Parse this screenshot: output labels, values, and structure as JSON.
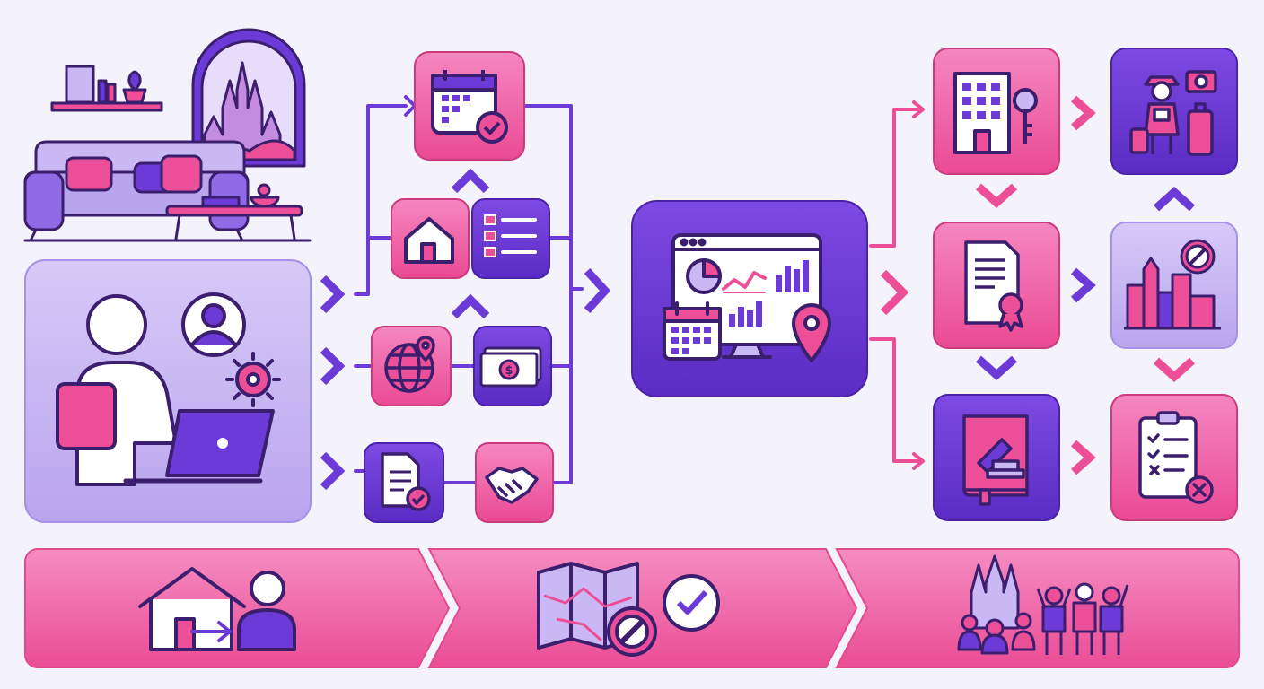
{
  "palette": {
    "background": "#f4f3fb",
    "panel": "#eeeaf8",
    "purple": "#6c3ad6",
    "purple_dark": "#3b1f6e",
    "pink": "#ec4f98",
    "pink_light": "#f47fb9",
    "lavender": "#c9b8f3",
    "white": "#ffffff"
  },
  "diagram": {
    "nodes": [
      {
        "id": "living-room",
        "icon": "living-room-illustration",
        "shape": "illustration"
      },
      {
        "id": "host",
        "icon": "host-with-tablet-laptop-icon",
        "shape": "rounded-box",
        "fill": "lavender"
      },
      {
        "id": "calendar-approval",
        "icon": "calendar-check-icon",
        "shape": "rounded-box",
        "fill": "pink"
      },
      {
        "id": "home-listing",
        "icon": "house-icon",
        "shape": "rounded-box",
        "fill": "pink"
      },
      {
        "id": "checklist",
        "icon": "checklist-icon",
        "shape": "rounded-box",
        "fill": "purple"
      },
      {
        "id": "location",
        "icon": "globe-pin-icon",
        "shape": "rounded-box",
        "fill": "pink"
      },
      {
        "id": "payment",
        "icon": "money-icon",
        "shape": "rounded-box",
        "fill": "purple"
      },
      {
        "id": "contract",
        "icon": "document-check-icon",
        "shape": "rounded-box",
        "fill": "purple"
      },
      {
        "id": "agreement",
        "icon": "handshake-icon",
        "shape": "rounded-box",
        "fill": "pink"
      },
      {
        "id": "dashboard",
        "icon": "analytics-dashboard-icon",
        "shape": "rounded-box",
        "fill": "purple"
      },
      {
        "id": "hotel",
        "icon": "building-key-icon",
        "shape": "rounded-box",
        "fill": "pink"
      },
      {
        "id": "tourist",
        "icon": "tourist-luggage-icon",
        "shape": "rounded-box",
        "fill": "purple"
      },
      {
        "id": "license",
        "icon": "certificate-icon",
        "shape": "rounded-box",
        "fill": "pink"
      },
      {
        "id": "restricted-city",
        "icon": "city-prohibited-icon",
        "shape": "rounded-box",
        "fill": "lavender"
      },
      {
        "id": "regulation",
        "icon": "law-book-gavel-icon",
        "shape": "rounded-box",
        "fill": "purple"
      },
      {
        "id": "rejected-checklist",
        "icon": "clipboard-x-icon",
        "shape": "rounded-box",
        "fill": "pink"
      },
      {
        "id": "outcome-1",
        "icon": "house-to-person-icon",
        "shape": "banner-segment"
      },
      {
        "id": "outcome-2",
        "icon": "map-prohibited-check-icon",
        "shape": "banner-segment"
      },
      {
        "id": "outcome-3",
        "icon": "community-sagrada-familia-icon",
        "shape": "banner-segment"
      }
    ],
    "connectors": [
      {
        "from": "host",
        "to": "calendar-approval"
      },
      {
        "from": "host",
        "to": "location"
      },
      {
        "from": "host",
        "to": "contract"
      },
      {
        "from": "checklist",
        "to": "calendar-approval"
      },
      {
        "from": "payment",
        "to": "home-listing"
      },
      {
        "from": "calendar-approval",
        "to": "dashboard"
      },
      {
        "from": "agreement",
        "to": "dashboard"
      },
      {
        "from": "dashboard",
        "to": "hotel"
      },
      {
        "from": "dashboard",
        "to": "license"
      },
      {
        "from": "dashboard",
        "to": "regulation"
      },
      {
        "from": "hotel",
        "to": "tourist"
      },
      {
        "from": "hotel",
        "to": "license"
      },
      {
        "from": "license",
        "to": "restricted-city"
      },
      {
        "from": "license",
        "to": "regulation"
      },
      {
        "from": "restricted-city",
        "to": "tourist"
      },
      {
        "from": "restricted-city",
        "to": "rejected-checklist"
      },
      {
        "from": "regulation",
        "to": "rejected-checklist"
      }
    ]
  }
}
